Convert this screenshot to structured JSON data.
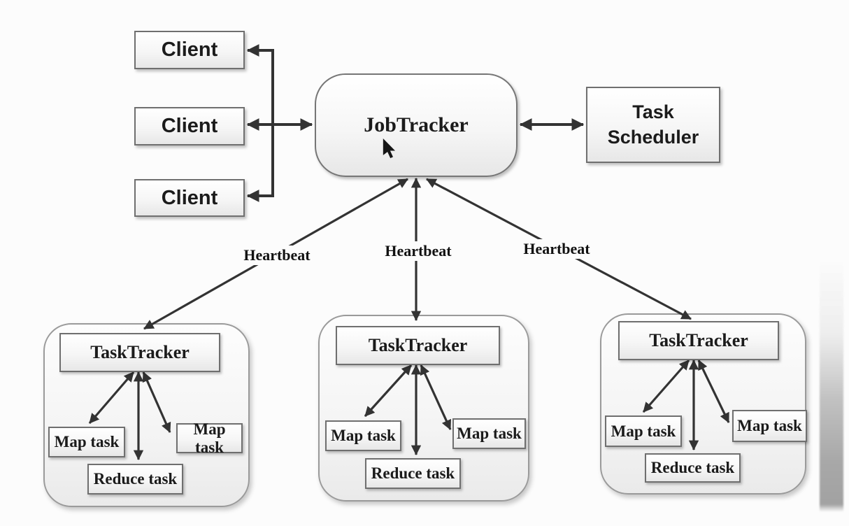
{
  "diagram": {
    "clients": [
      "Client",
      "Client",
      "Client"
    ],
    "job_tracker": {
      "label": "JobTracker"
    },
    "task_scheduler": {
      "label": "Task Scheduler"
    },
    "heartbeats": [
      "Heartbeat",
      "Heartbeat",
      "Heartbeat"
    ],
    "task_tracker_groups": [
      {
        "tracker": "TaskTracker",
        "map_task_left": "Map task",
        "reduce_task": "Reduce task",
        "map_task_right": "Map task"
      },
      {
        "tracker": "TaskTracker",
        "map_task_left": "Map task",
        "reduce_task": "Reduce task",
        "map_task_right": "Map task"
      },
      {
        "tracker": "TaskTracker",
        "map_task_left": "Map task",
        "reduce_task": "Reduce task",
        "map_task_right": "Map task"
      }
    ],
    "icons": {
      "cursor": "mouse-pointer-icon"
    },
    "colors": {
      "line": "#333333",
      "box_border": "#6f6f6f",
      "background": "#fcfcfc"
    }
  }
}
